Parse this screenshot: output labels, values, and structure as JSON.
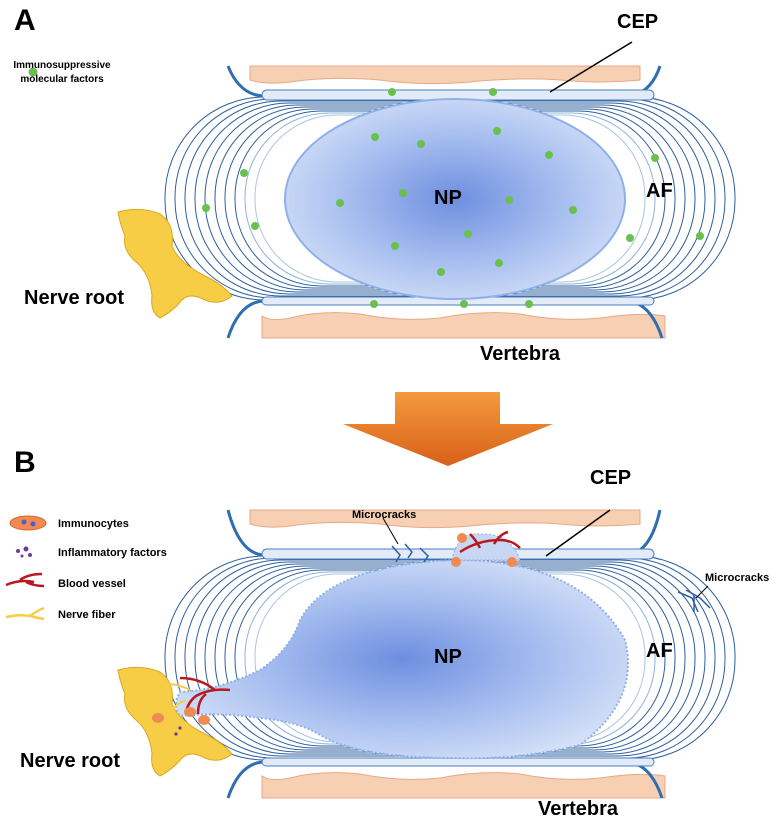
{
  "panel_a": {
    "letter": "A",
    "labels": {
      "cep": "CEP",
      "np": "NP",
      "af": "AF",
      "nerve_root": "Nerve root",
      "vertebra": "Vertebra"
    },
    "legend": [
      {
        "icon": "green-dot-icon",
        "lines": [
          "Immunosuppressive",
          "molecular factors"
        ]
      }
    ]
  },
  "panel_b": {
    "letter": "B",
    "labels": {
      "cep": "CEP",
      "np": "NP",
      "af": "AF",
      "nerve_root": "Nerve root",
      "vertebra": "Vertebra",
      "microcracks_top": "Microcracks",
      "microcracks_right": "Microcracks"
    },
    "legend": [
      {
        "icon": "immunocyte-icon",
        "label": "Immunocytes"
      },
      {
        "icon": "inflammatory-factor-icon",
        "label": "Inflammatory factors"
      },
      {
        "icon": "blood-vessel-icon",
        "label": "Blood vessel"
      },
      {
        "icon": "nerve-fiber-icon",
        "label": "Nerve fiber"
      }
    ]
  },
  "arrow": {
    "icon": "down-arrow-icon"
  },
  "colors": {
    "vertebra_fill": "#f7cfb2",
    "vertebra_stroke": "#e6a987",
    "endplate_line": "#2f6fb0",
    "af_rings": "#2d5f9e",
    "np_fill": "#8fb0ea",
    "molecule_green": "#6bbf4e",
    "nerve_yellow": "#f7cd45",
    "blood_red": "#b8181e",
    "immunocyte_orange": "#f08a52",
    "inflammatory_purple": "#6a3b9c",
    "arrow_orange": "#e0701c"
  }
}
